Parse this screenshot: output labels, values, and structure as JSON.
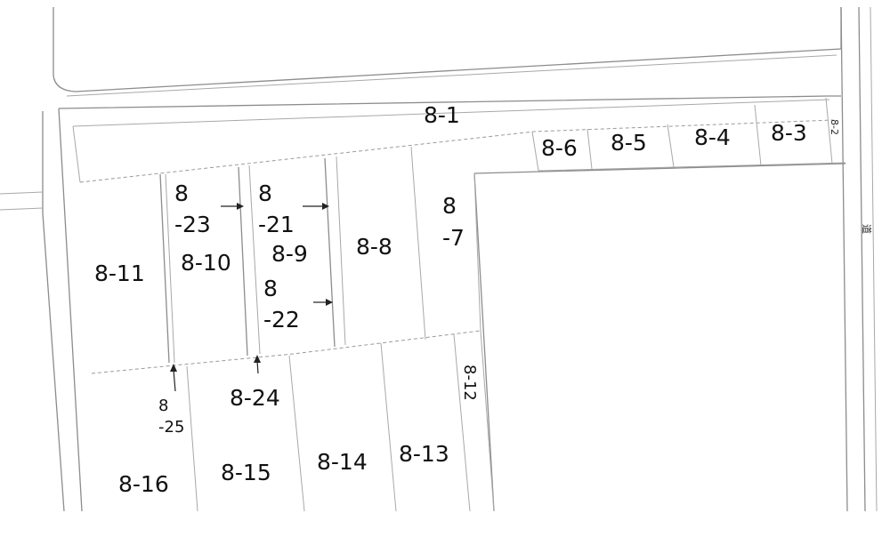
{
  "parcels": {
    "p1": "8-1",
    "p2": "8-2",
    "p3": "8-3",
    "p4": "8-4",
    "p5": "8-5",
    "p6": "8-6",
    "p7a": "8",
    "p7b": "-7",
    "p8": "8-8",
    "p9": "8-9",
    "p10": "8-10",
    "p11": "8-11",
    "p12": "8-12",
    "p13": "8-13",
    "p14": "8-14",
    "p15": "8-15",
    "p16": "8-16",
    "p21a": "8",
    "p21b": "-21",
    "p22a": "8",
    "p22b": "-22",
    "p23a": "8",
    "p23b": "-23",
    "p24": "8-24",
    "p25a": "8",
    "p25b": "-25"
  },
  "road": {
    "label": "道"
  }
}
